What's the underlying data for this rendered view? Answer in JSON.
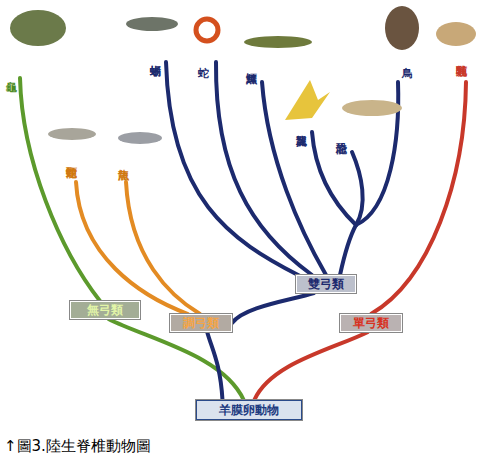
{
  "diagram": {
    "caption": "↑圖3.陸生脊椎動物圖",
    "nodes": [
      {
        "text": [
          "無弓類"
        ]
      },
      {
        "text": [
          "調弓類"
        ]
      },
      {
        "text": [
          "雙弓類"
        ]
      },
      {
        "text": [
          "單弓類"
        ]
      },
      {
        "text": [
          "羊膜卵動物"
        ]
      }
    ],
    "edges": [
      {
        "from": 4,
        "to": 0,
        "arrow": "none"
      },
      {
        "from": 4,
        "to": 1,
        "arrow": "none"
      },
      {
        "from": 1,
        "to": 2,
        "arrow": "none"
      },
      {
        "from": 4,
        "to": 3,
        "arrow": "none"
      }
    ],
    "labels": [
      "龜",
      "蛇頸龍",
      "魚龍",
      "蜥蜴",
      "蛇",
      "鱷魚",
      "翼龍",
      "恐龍",
      "鳥",
      "哺乳類"
    ]
  }
}
